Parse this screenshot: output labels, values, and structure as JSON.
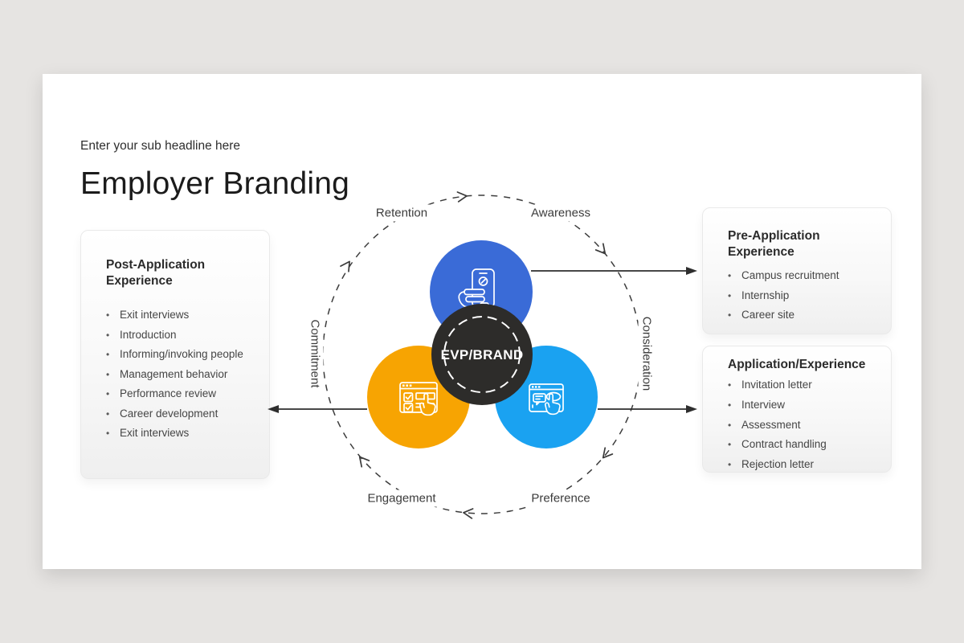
{
  "slide": {
    "title": "Employer Branding",
    "subtitle": "Enter your sub headline here"
  },
  "cards": {
    "post_application": {
      "title": "Post-Application Experience",
      "items": [
        "Exit interviews",
        "Introduction",
        "Informing/invoking people",
        "Management behavior",
        "Performance review",
        "Career development",
        "Exit interviews"
      ]
    },
    "pre_application": {
      "title": "Pre-Application Experience",
      "items": [
        "Campus recruitment",
        "Internship",
        "Career site"
      ]
    },
    "application": {
      "title": "Application/Experience",
      "items": [
        "Invitation letter",
        "Interview",
        "Assessment",
        "Contract handling",
        "Rejection letter"
      ]
    }
  },
  "diagram": {
    "center_label": "EVP/BRAND",
    "labels": {
      "retention": "Retention",
      "awareness": "Awareness",
      "consideration": "Consideration",
      "preference": "Preference",
      "engagement": "Engagement",
      "commitment": "Commitment"
    },
    "colors": {
      "top_circle": "#3a6bd7",
      "left_circle": "#f7a402",
      "right_circle": "#1aa2f1",
      "center_circle": "#2d2c2a",
      "line": "#3a3a3a"
    },
    "icons": {
      "top": "phone-in-hand-icon",
      "left": "checklist-browser-icon",
      "right": "chat-browser-icon"
    }
  }
}
